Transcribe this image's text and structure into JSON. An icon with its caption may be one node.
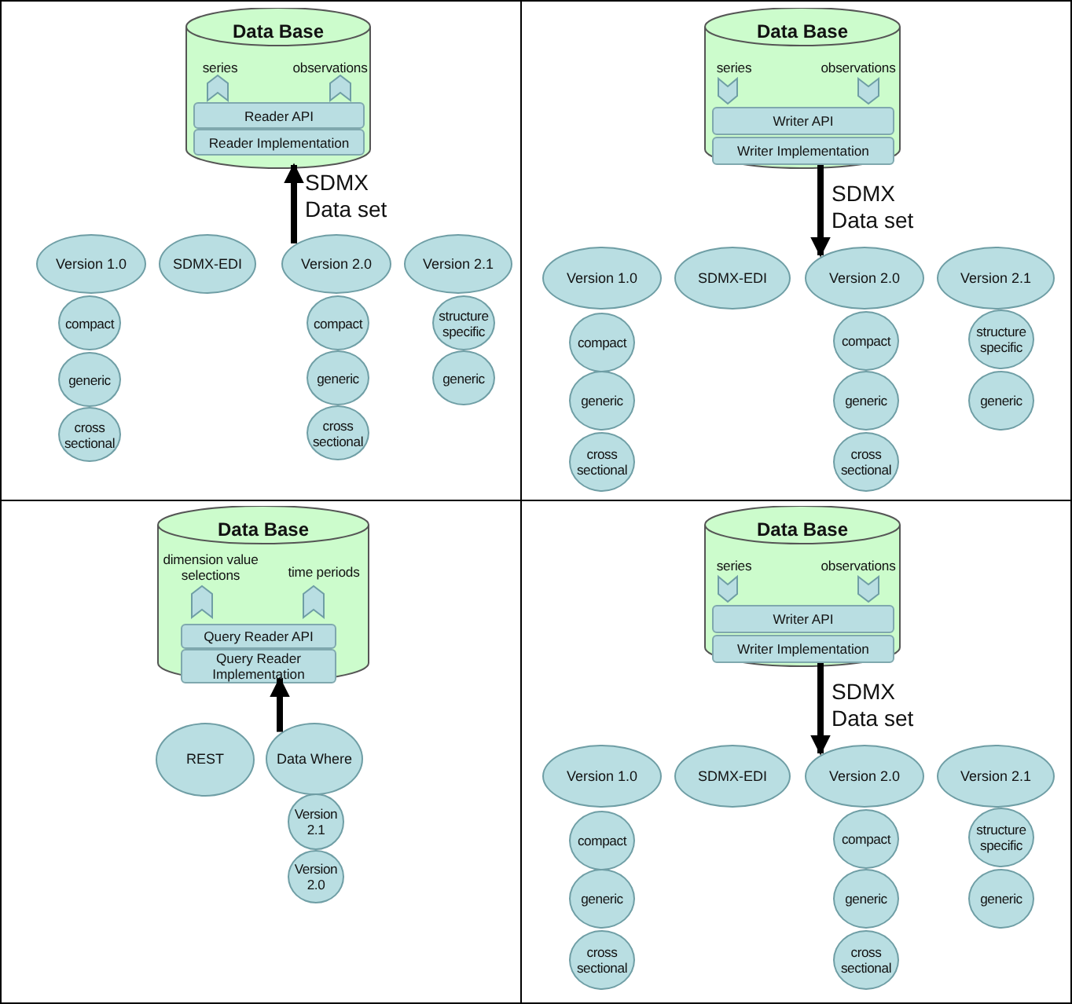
{
  "diagram": {
    "nodes": [
      {
        "text": [
          "Data Base"
        ]
      },
      {
        "text": [
          "series"
        ],
        "in": 0
      },
      {
        "text": [
          "observations"
        ],
        "in": 0
      },
      {
        "text": [
          "Reader API"
        ],
        "in": 0
      },
      {
        "text": [
          "Reader Implementation"
        ],
        "in": 0
      },
      {
        "text": [
          "Version 1.0"
        ]
      },
      {
        "text": [
          "SDMX-EDI"
        ]
      },
      {
        "text": [
          "Version 2.0"
        ]
      },
      {
        "text": [
          "Version 2.1"
        ]
      },
      {
        "text": [
          "compact"
        ]
      },
      {
        "text": [
          "generic"
        ]
      },
      {
        "text": [
          "cross sectional"
        ]
      },
      {
        "text": [
          "compact"
        ]
      },
      {
        "text": [
          "generic"
        ]
      },
      {
        "text": [
          "cross sectional"
        ]
      },
      {
        "text": [
          "structure specific"
        ]
      },
      {
        "text": [
          "generic"
        ]
      },
      {
        "text": [
          "Data Base"
        ]
      },
      {
        "text": [
          "series"
        ],
        "in": 17
      },
      {
        "text": [
          "observations"
        ],
        "in": 17
      },
      {
        "text": [
          "Writer API"
        ],
        "in": 17
      },
      {
        "text": [
          "Writer Implementation"
        ],
        "in": 17
      },
      {
        "text": [
          "Version 1.0"
        ]
      },
      {
        "text": [
          "SDMX-EDI"
        ]
      },
      {
        "text": [
          "Version 2.0"
        ]
      },
      {
        "text": [
          "Version 2.1"
        ]
      },
      {
        "text": [
          "compact"
        ]
      },
      {
        "text": [
          "generic"
        ]
      },
      {
        "text": [
          "cross sectional"
        ]
      },
      {
        "text": [
          "compact"
        ]
      },
      {
        "text": [
          "generic"
        ]
      },
      {
        "text": [
          "cross sectional"
        ]
      },
      {
        "text": [
          "structure specific"
        ]
      },
      {
        "text": [
          "generic"
        ]
      },
      {
        "text": [
          "Data Base"
        ]
      },
      {
        "text": [
          "dimension value selections"
        ],
        "in": 34
      },
      {
        "text": [
          "time periods"
        ],
        "in": 34
      },
      {
        "text": [
          "Query Reader API"
        ],
        "in": 34
      },
      {
        "text": [
          "Query Reader Implementation"
        ],
        "in": 34
      },
      {
        "text": [
          "REST"
        ]
      },
      {
        "text": [
          "Data Where"
        ]
      },
      {
        "text": [
          "Version 2.1"
        ]
      },
      {
        "text": [
          "Version 2.0"
        ]
      },
      {
        "text": [
          "Data Base"
        ]
      },
      {
        "text": [
          "series"
        ],
        "in": 43
      },
      {
        "text": [
          "observations"
        ],
        "in": 43
      },
      {
        "text": [
          "Writer API"
        ],
        "in": 43
      },
      {
        "text": [
          "Writer Implementation"
        ],
        "in": 43
      },
      {
        "text": [
          "Version 1.0"
        ]
      },
      {
        "text": [
          "SDMX-EDI"
        ]
      },
      {
        "text": [
          "Version 2.0"
        ]
      },
      {
        "text": [
          "Version 2.1"
        ]
      },
      {
        "text": [
          "compact"
        ]
      },
      {
        "text": [
          "generic"
        ]
      },
      {
        "text": [
          "cross sectional"
        ]
      },
      {
        "text": [
          "compact"
        ]
      },
      {
        "text": [
          "generic"
        ]
      },
      {
        "text": [
          "cross sectional"
        ]
      },
      {
        "text": [
          "structure specific"
        ]
      },
      {
        "text": [
          "generic"
        ]
      }
    ],
    "edges": [
      {
        "from": 7,
        "to": 0,
        "arrow": "to",
        "label": "SDMX Data set"
      },
      {
        "from": 17,
        "to": 24,
        "arrow": "to",
        "label": "SDMX Data set"
      },
      {
        "from": 40,
        "to": 34,
        "arrow": "to"
      },
      {
        "from": 43,
        "to": 50,
        "arrow": "to",
        "label": "SDMX Data set"
      }
    ]
  }
}
